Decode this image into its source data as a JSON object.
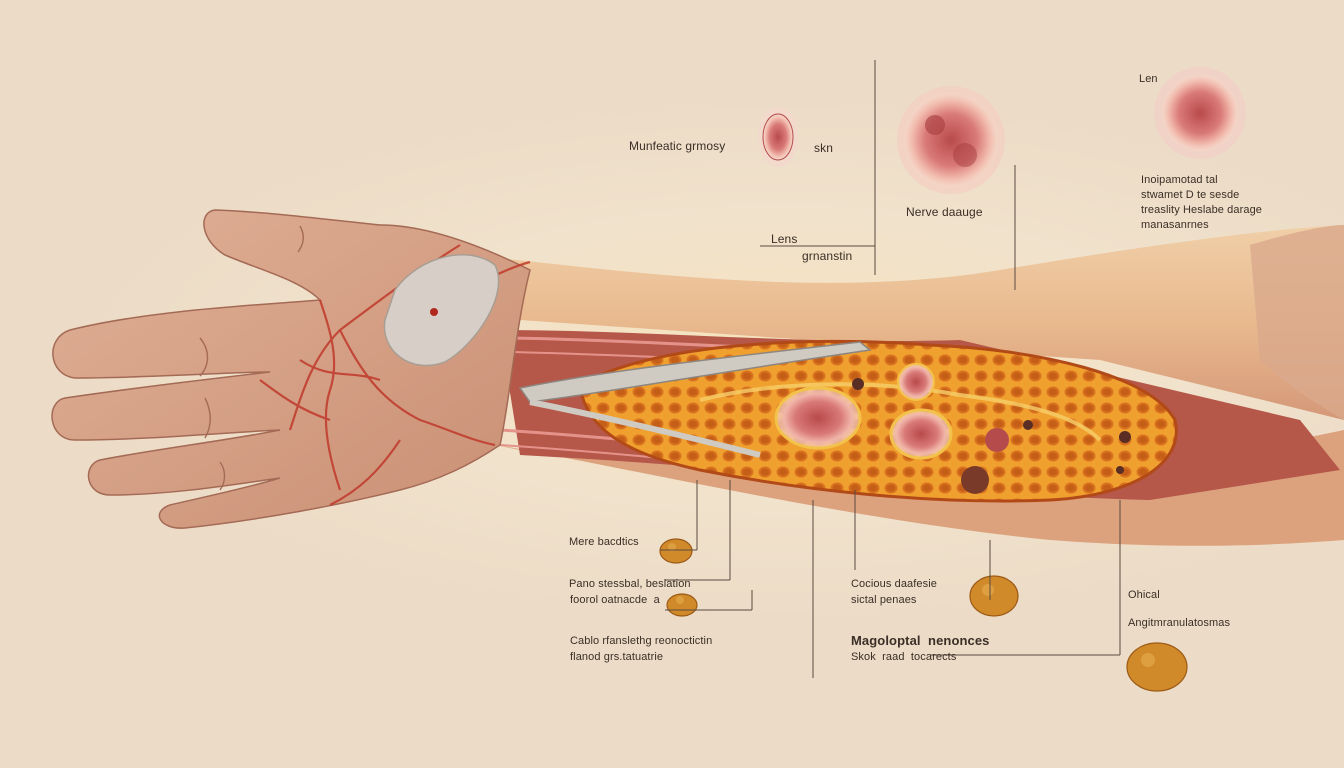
{
  "labels": {
    "top_left_title": "Munfeatic grmosy",
    "top_skin": "skn",
    "lens_top_right": "Len",
    "lens_mid": "Lens",
    "lens_mid_sub": "grnanstin",
    "nerve_damage": "Nerve daauge",
    "right_desc": "Inoipamotad tal\nstwamet D te sesde\ntreaslity Heslabe darage\nmanasanrnes",
    "mere_bacetics": "Mere bacdtics",
    "pano_line1": "Pano stessbal, beslation",
    "pano_line2": "foorol oatnacde  a",
    "cablo_line1": "Cablo rfanslethg reonoctictin",
    "cablo_line2": "flanod grs.tatuatrie",
    "cocious_line1": "Cocious daafesie",
    "cocious_line2": "sictal penaes",
    "magolo_line1": "Magoloptal  nenonces",
    "magolo_line2": "Skok  raad  tocarects",
    "ohical": "Ohical",
    "angit": "Angitmranulatosmas"
  },
  "colors": {
    "skin": "#d9a98c",
    "vessel": "#c0392b",
    "tissue": "#e9892a",
    "background": "#efe2cf"
  }
}
